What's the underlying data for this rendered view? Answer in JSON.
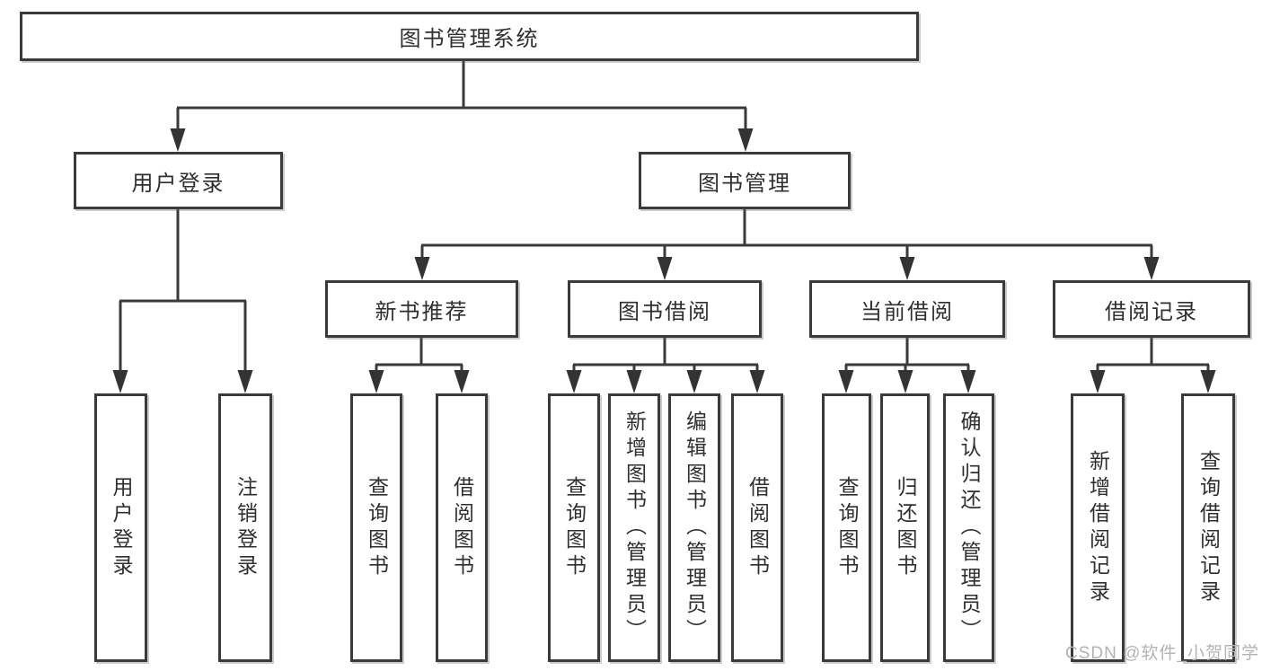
{
  "diagram_type": "hierarchy-tree",
  "tree": {
    "label": "图书管理系统",
    "children": [
      {
        "label": "用户登录",
        "children": [
          {
            "label": "用户登录"
          },
          {
            "label": "注销登录"
          }
        ]
      },
      {
        "label": "图书管理",
        "children": [
          {
            "label": "新书推荐",
            "children": [
              {
                "label": "查询图书"
              },
              {
                "label": "借阅图书"
              }
            ]
          },
          {
            "label": "图书借阅",
            "children": [
              {
                "label": "查询图书"
              },
              {
                "label": "新增图书（管理员）"
              },
              {
                "label": "编辑图书（管理员）"
              },
              {
                "label": "借阅图书"
              }
            ]
          },
          {
            "label": "当前借阅",
            "children": [
              {
                "label": "查询图书"
              },
              {
                "label": "归还图书"
              },
              {
                "label": "确认归还（管理员）"
              }
            ]
          },
          {
            "label": "借阅记录",
            "children": [
              {
                "label": "新增借阅记录"
              },
              {
                "label": "查询借阅记录"
              }
            ]
          }
        ]
      }
    ]
  },
  "watermark": {
    "text": "CSDN @软件_小贺同学"
  },
  "colors": {
    "line": "#3a3a3a",
    "box_border": "#3a3a3a",
    "box_background": "#ffffff",
    "text": "#2f2f2f",
    "watermark": "#b3b3b3"
  }
}
